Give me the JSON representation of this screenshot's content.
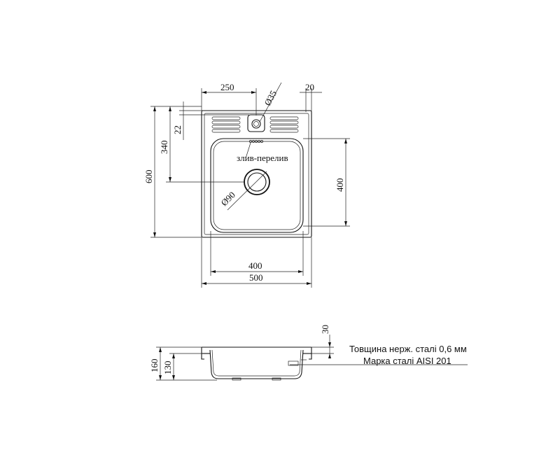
{
  "top_view": {
    "dim_250": "250",
    "dim_20": "20",
    "dim_d35": "Ø35",
    "dim_22": "22",
    "dim_340": "340",
    "dim_600": "600",
    "dim_400_right": "400",
    "dim_d90": "Ø90",
    "label_overflow": "злив-перелив",
    "dim_400_bottom": "400",
    "dim_500": "500"
  },
  "side_view": {
    "dim_30": "30",
    "dim_160": "160",
    "dim_130": "130",
    "note_thickness": "Товщина нерж. сталі 0,6 мм",
    "note_grade": "Марка сталі AISI 201"
  }
}
